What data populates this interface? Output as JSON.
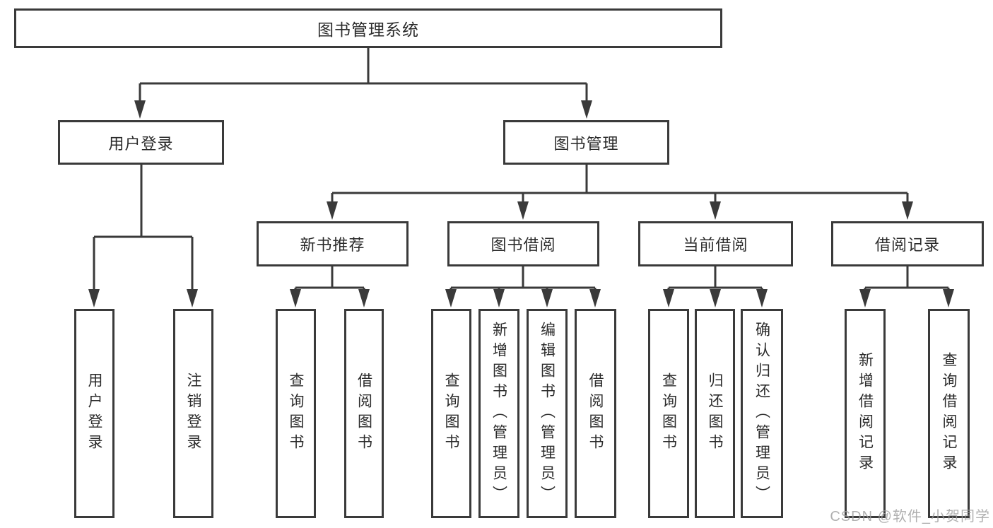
{
  "tree": {
    "root": "图书管理系统",
    "branches": [
      {
        "label": "用户登录",
        "children": [
          "用户登录",
          "注销登录"
        ]
      },
      {
        "label": "图书管理",
        "sections": [
          {
            "label": "新书推荐",
            "children": [
              "查询图书",
              "借阅图书"
            ]
          },
          {
            "label": "图书借阅",
            "children": [
              "查询图书",
              "新增图书（管理员）",
              "编辑图书（管理员）",
              "借阅图书"
            ]
          },
          {
            "label": "当前借阅",
            "children": [
              "查询图书",
              "归还图书",
              "确认归还（管理员）"
            ]
          },
          {
            "label": "借阅记录",
            "children": [
              "新增借阅记录",
              "查询借阅记录"
            ]
          }
        ]
      }
    ]
  },
  "watermark": "CSDN @软件_小贺同学",
  "colors": {
    "line": "#3a3a3a",
    "box_border": "#3a3a3a",
    "text": "#2b2b2b",
    "watermark": "#9d9d9d",
    "background": "#ffffff"
  }
}
